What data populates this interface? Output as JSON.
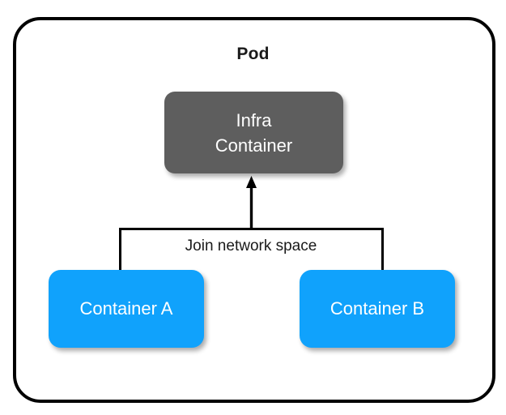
{
  "diagram": {
    "title": "Pod",
    "background_color": "#ffffff",
    "border_color": "#000000",
    "nodes": [
      {
        "id": "infra",
        "lines": [
          "Infra",
          "Container"
        ],
        "fill_color": "#5e5e5e",
        "text_color": "#ffffff",
        "shape": "rounded-rectangle"
      },
      {
        "id": "container-a",
        "lines": [
          "Container A"
        ],
        "fill_color": "#10a2fc",
        "text_color": "#ffffff",
        "shape": "rounded-rectangle"
      },
      {
        "id": "container-b",
        "lines": [
          "Container B"
        ],
        "fill_color": "#10a2fc",
        "text_color": "#ffffff",
        "shape": "rounded-rectangle"
      }
    ],
    "edges": [
      {
        "id": "join-network",
        "label": "Join network space",
        "from": [
          "container-a",
          "container-b"
        ],
        "to": "infra",
        "arrow": "up",
        "color": "#000000"
      }
    ]
  }
}
